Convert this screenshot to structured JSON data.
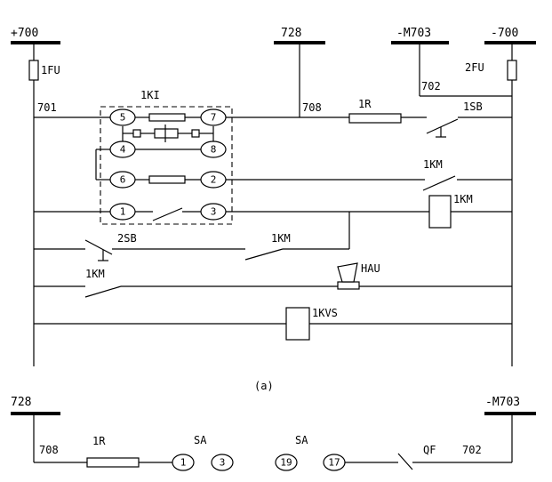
{
  "bus_labels": {
    "p700": "+700",
    "b728": "728",
    "m703": "-M703",
    "n700": "-700",
    "b728_b": "728",
    "m703_b": "-M703"
  },
  "wire_labels": {
    "w701": "701",
    "w708": "708",
    "w702": "702",
    "w708_b": "708",
    "w702_b": "702"
  },
  "components": {
    "fu1": "1FU",
    "fu2": "2FU",
    "relay_box": "1KI",
    "r1": "1R",
    "sb1": "1SB",
    "km_contact_1": "1KM",
    "km_coil": "1KM",
    "sb2": "2SB",
    "km_contact_2": "1KM",
    "km_contact_3": "1KM",
    "hau": "HAU",
    "kvs": "1KVS",
    "r1_b": "1R",
    "sa_1": "SA",
    "sa_2": "SA",
    "qf": "QF"
  },
  "terminals": {
    "t5": "5",
    "t7": "7",
    "t4": "4",
    "t8": "8",
    "t6": "6",
    "t2": "2",
    "t1": "1",
    "t3": "3",
    "b1": "1",
    "b3": "3",
    "b19": "19",
    "b17": "17"
  },
  "caption": "(a)"
}
